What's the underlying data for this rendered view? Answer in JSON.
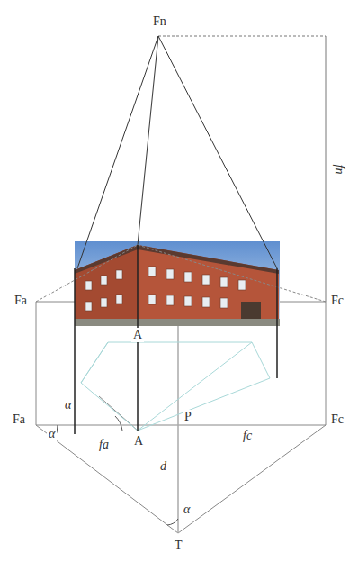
{
  "diagram": {
    "labels": [
      "Fn",
      "fn",
      "Fa",
      "Fc",
      "A",
      "α",
      "Fa",
      "α",
      "fa",
      "A",
      "P",
      "d",
      "fc",
      "Fc",
      "α",
      "T"
    ]
  }
}
